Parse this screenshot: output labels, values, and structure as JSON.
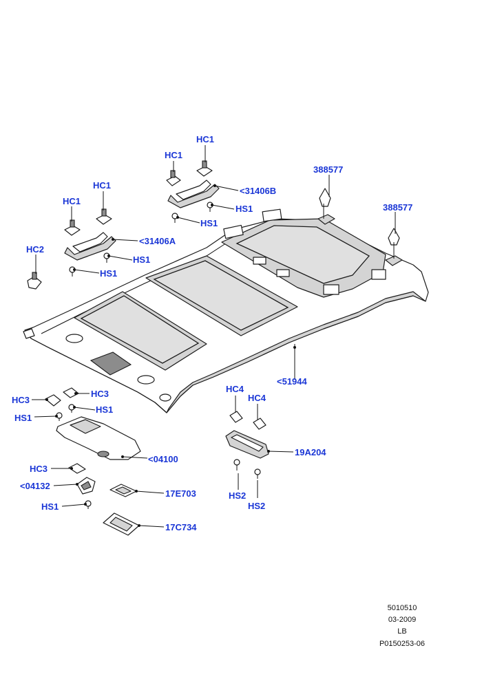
{
  "labels": {
    "hc1_a": "HC1",
    "hc1_b": "HC1",
    "hc1_c": "HC1",
    "hc1_d": "HC1",
    "hc2": "HC2",
    "hc3_a": "HC3",
    "hc3_b": "HC3",
    "hc3_c": "HC3",
    "hc4_a": "HC4",
    "hc4_b": "HC4",
    "hs1_a": "HS1",
    "hs1_b": "HS1",
    "hs1_c": "HS1",
    "hs1_d": "HS1",
    "hs1_e": "HS1",
    "hs1_f": "HS1",
    "hs1_g": "HS1",
    "hs2_a": "HS2",
    "hs2_b": "HS2",
    "part_388577_a": "388577",
    "part_388577_b": "388577",
    "grab_handle_b": "<31406B",
    "grab_handle_a": "<31406A",
    "headliner": "<51944",
    "sun_visor": "<04100",
    "visor_clip": "<04132",
    "console_lamp": "19A204",
    "vanity_lamp": "17E703",
    "vanity_bezel": "17C734"
  },
  "footer": {
    "line1": "5010510",
    "line2": "03-2009",
    "line3": "LB",
    "line4": "P0150253-06"
  },
  "colors": {
    "callout": "#1a36d6",
    "line": "#1c1c1c"
  }
}
